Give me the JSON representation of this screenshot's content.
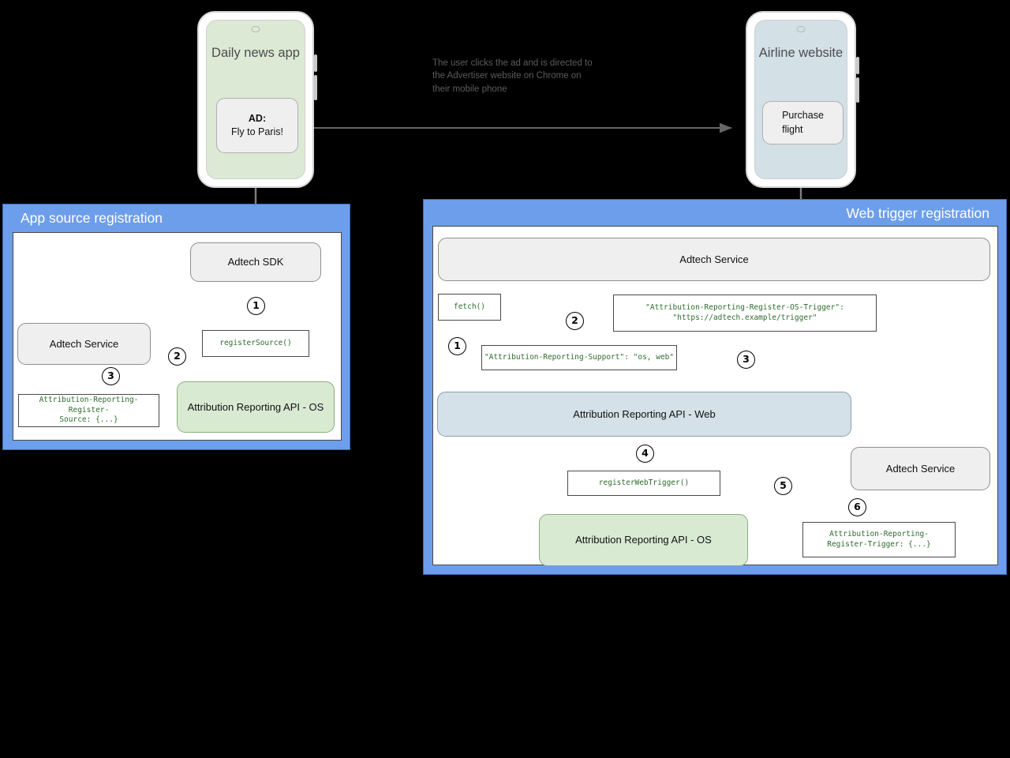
{
  "diagram": {
    "caption": "The user clicks the ad and is directed to\nthe Advertiser website on Chrome on\ntheir mobile phone",
    "accent_blue": "#6d9eeb",
    "green_fill": "#d9ead3",
    "bluegrey_fill": "#d4e1e8",
    "grey_fill": "#efefef",
    "code_text_color": "#2d6b2d"
  },
  "phones": {
    "left": {
      "title": "Daily news\napp",
      "ad_label": "AD:",
      "ad_text": "Fly to Paris!"
    },
    "right": {
      "title": "Airline\nwebsite",
      "cta": "Purchase\nflight"
    }
  },
  "app_panel": {
    "title": "App source registration",
    "nodes": {
      "sdk": "Adtech SDK",
      "register_source": "registerSource()",
      "adtech_service": "Adtech Service",
      "header": "Attribution-Reporting-Register-\nSource: {...}",
      "api_os": "Attribution Reporting API - OS"
    },
    "steps": [
      "1",
      "2",
      "3"
    ]
  },
  "web_panel": {
    "title": "Web trigger registration",
    "nodes": {
      "adtech_service_top": "Adtech Service",
      "fetch": "fetch()",
      "support_header": "\"Attribution-Reporting-Support\": \"os, web\"",
      "os_trigger_header": "\"Attribution-Reporting-Register-OS-Trigger\":\n\"https://adtech.example/trigger\"",
      "api_web": "Attribution Reporting API - Web",
      "register_web_trigger": "registerWebTrigger()",
      "api_os": "Attribution Reporting API - OS",
      "adtech_service_bottom": "Adtech Service",
      "trigger_header": "Attribution-Reporting-\nRegister-Trigger: {...}"
    },
    "steps": [
      "1",
      "2",
      "3",
      "4",
      "5",
      "6"
    ]
  }
}
